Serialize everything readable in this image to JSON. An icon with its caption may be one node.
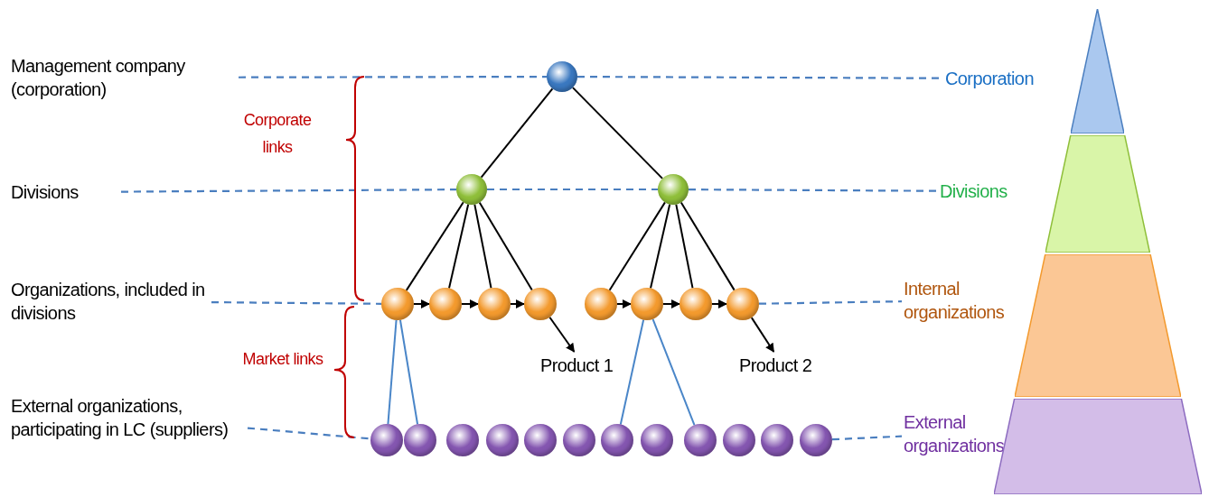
{
  "diagram": {
    "nodes": [
      {
        "text": [
          "Management company (corporation)"
        ]
      },
      {
        "text": [
          "Divisions"
        ]
      },
      {
        "text": [
          "Organizations, included in divisions"
        ]
      },
      {
        "text": [
          "External organizations, participating in LC (suppliers)"
        ]
      },
      {
        "text": [],
        "shape": "circle"
      },
      {
        "text": [],
        "shape": "circle"
      },
      {
        "text": [],
        "shape": "circle"
      },
      {
        "text": [],
        "shape": "circle"
      },
      {
        "text": [],
        "shape": "circle"
      },
      {
        "text": [],
        "shape": "circle"
      },
      {
        "text": [],
        "shape": "circle"
      },
      {
        "text": [],
        "shape": "circle"
      },
      {
        "text": [],
        "shape": "circle"
      },
      {
        "text": [],
        "shape": "circle"
      },
      {
        "text": [],
        "shape": "circle"
      },
      {
        "text": [],
        "shape": "circle"
      },
      {
        "text": [],
        "shape": "circle"
      },
      {
        "text": [],
        "shape": "circle"
      },
      {
        "text": [],
        "shape": "circle"
      },
      {
        "text": [],
        "shape": "circle"
      },
      {
        "text": [],
        "shape": "circle"
      },
      {
        "text": [],
        "shape": "circle"
      },
      {
        "text": [],
        "shape": "circle"
      },
      {
        "text": [],
        "shape": "circle"
      },
      {
        "text": [],
        "shape": "circle"
      },
      {
        "text": [],
        "shape": "circle"
      },
      {
        "text": [],
        "shape": "circle"
      },
      {
        "text": [
          "Product 1"
        ]
      },
      {
        "text": [
          "Product 2"
        ]
      },
      {
        "text": [
          "Corporation"
        ]
      },
      {
        "text": [
          "Divisions"
        ]
      },
      {
        "text": [
          "Internal organizations"
        ]
      },
      {
        "text": [
          "External organizations"
        ]
      },
      {
        "text": [],
        "shape": "triangle"
      },
      {
        "text": [],
        "shape": "trapezoid"
      },
      {
        "text": [],
        "shape": "trapezoid"
      },
      {
        "text": [],
        "shape": "trapezoid"
      }
    ],
    "edges": [
      {
        "from": 0,
        "to": 4,
        "arrow": "none",
        "style": "dashed",
        "color": "#4a7ebf"
      },
      {
        "from": 4,
        "to": 29,
        "arrow": "none",
        "style": "dashed",
        "color": "#4a7ebf"
      },
      {
        "from": 1,
        "to": 5,
        "arrow": "none",
        "style": "dashed",
        "color": "#4a7ebf"
      },
      {
        "from": 5,
        "to": 6,
        "arrow": "none",
        "style": "dashed",
        "color": "#4a7ebf"
      },
      {
        "from": 6,
        "to": 30,
        "arrow": "none",
        "style": "dashed",
        "color": "#4a7ebf"
      },
      {
        "from": 2,
        "to": 7,
        "arrow": "none",
        "style": "dashed",
        "color": "#4a7ebf"
      },
      {
        "from": 14,
        "to": 31,
        "arrow": "none",
        "style": "dashed",
        "color": "#4a7ebf"
      },
      {
        "from": 3,
        "to": 15,
        "arrow": "none",
        "style": "dashed",
        "color": "#4a7ebf"
      },
      {
        "from": 26,
        "to": 32,
        "arrow": "none",
        "style": "dashed",
        "color": "#4a7ebf"
      },
      {
        "from": 4,
        "to": 5,
        "arrow": "none"
      },
      {
        "from": 4,
        "to": 6,
        "arrow": "none"
      },
      {
        "from": 5,
        "to": 7,
        "arrow": "none"
      },
      {
        "from": 5,
        "to": 8,
        "arrow": "none"
      },
      {
        "from": 5,
        "to": 9,
        "arrow": "none"
      },
      {
        "from": 5,
        "to": 10,
        "arrow": "none"
      },
      {
        "from": 6,
        "to": 11,
        "arrow": "none"
      },
      {
        "from": 6,
        "to": 12,
        "arrow": "none"
      },
      {
        "from": 6,
        "to": 13,
        "arrow": "none"
      },
      {
        "from": 6,
        "to": 14,
        "arrow": "none"
      },
      {
        "from": 7,
        "to": 8,
        "arrow": "to"
      },
      {
        "from": 8,
        "to": 9,
        "arrow": "to"
      },
      {
        "from": 9,
        "to": 10,
        "arrow": "to"
      },
      {
        "from": 11,
        "to": 12,
        "arrow": "to"
      },
      {
        "from": 12,
        "to": 13,
        "arrow": "to"
      },
      {
        "from": 13,
        "to": 14,
        "arrow": "to"
      },
      {
        "from": 10,
        "to": 27,
        "arrow": "to"
      },
      {
        "from": 14,
        "to": 28,
        "arrow": "to"
      },
      {
        "from": 7,
        "to": 15,
        "arrow": "none",
        "color": "#4a86c8"
      },
      {
        "from": 7,
        "to": 16,
        "arrow": "none",
        "color": "#4a86c8"
      },
      {
        "from": 12,
        "to": 21,
        "arrow": "none",
        "color": "#4a86c8"
      },
      {
        "from": 12,
        "to": 23,
        "arrow": "none",
        "color": "#4a86c8"
      }
    ],
    "labels": [
      "Corporate links",
      "Market links"
    ]
  }
}
